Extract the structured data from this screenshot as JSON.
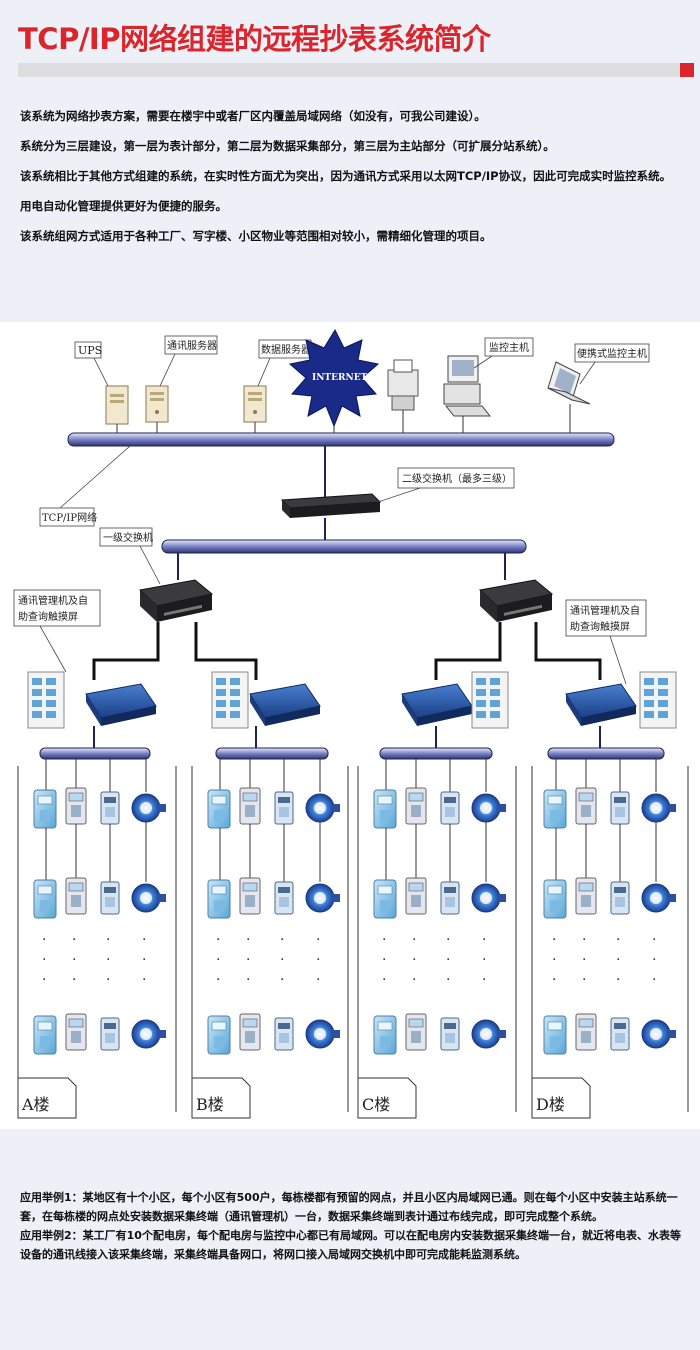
{
  "header": {
    "title": "TCP/IP网络组建的远程抄表系统简介",
    "accent_color": "#d9252b"
  },
  "intro": {
    "paragraphs": [
      "该系统为网络抄表方案，需要在楼宇中或者厂区内覆盖局域网络（如没有，可我公司建设）。",
      "系统分为三层建设，第一层为表计部分，第二层为数据采集部分，第三层为主站部分（可扩展分站系统）。",
      "该系统相比于其他方式组建的系统，在实时性方面尤为突出，因为通讯方式采用以太网TCP/IP协议，因此可完成实时监控系统。",
      "用电自动化管理提供更好为便捷的服务。",
      "该系统组网方式适用于各种工厂、写字楼、小区物业等范围相对较小，需精细化管理的项目。"
    ]
  },
  "diagram": {
    "labels": {
      "ups": "UPS",
      "comm_server": "通讯服务器",
      "data_server": "数据服务器",
      "internet": "INTERNET",
      "monitor_host": "监控主机",
      "portable_host": "便携式监控主机",
      "switch_level2": "二级交换机（最多三级）",
      "tcpip_network": "TCP/IP网络",
      "switch_level1": "一级交换机",
      "terminal_left": "通讯管理机及自助查询触摸屏",
      "terminal_right": "通讯管理机及自助查询触摸屏"
    },
    "buildings": [
      "A楼",
      "B楼",
      "C楼",
      "D楼"
    ]
  },
  "cases": {
    "case1": "应用举例1：某地区有十个小区，每个小区有500户，每栋楼都有预留的网点，并且小区内局域网已通。则在每个小区中安装主站系统一套，在每栋楼的网点处安装数据采集终端（通讯管理机）一台，数据采集终端到表计通过布线完成，即可完成整个系统。",
    "case2": "应用举例2：某工厂有10个配电房，每个配电房与监控中心都已有局域网。可以在配电房内安装数据采集终端一台，就近将电表、水表等设备的通讯线接入该采集终端，采集终端具备网口，将网口接入局域网交换机中即可完成能耗监测系统。"
  }
}
